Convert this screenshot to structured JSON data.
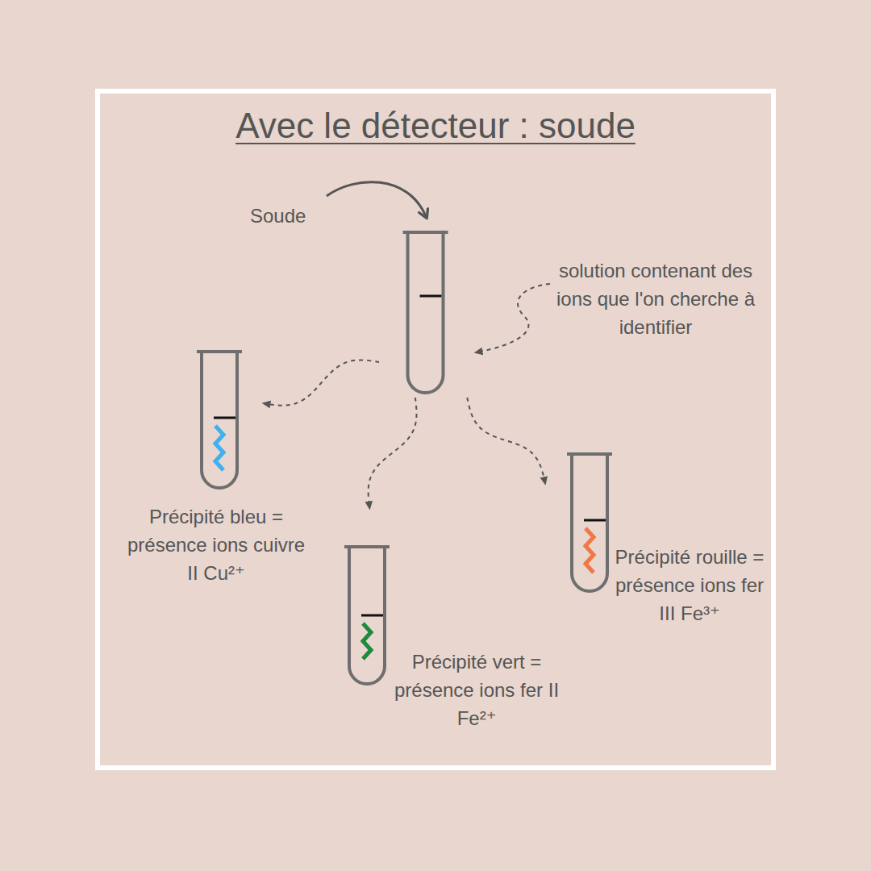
{
  "diagram": {
    "title": "Avec le détecteur : soude",
    "nodes": [
      {
        "text": [
          "solution contenant des ions que l'on cherche à identifier"
        ]
      },
      {
        "text": [
          "Précipité bleu = présence ions cuivre II Cu²⁺"
        ]
      },
      {
        "text": [
          "Précipité vert = présence ions fer II Fe²⁺"
        ]
      },
      {
        "text": [
          "Précipité rouille = présence ions fer III Fe³⁺"
        ]
      }
    ],
    "edges": [
      {
        "from": 0,
        "to": 1,
        "arrow": "to"
      },
      {
        "from": 0,
        "to": 2,
        "arrow": "to"
      },
      {
        "from": 0,
        "to": 3,
        "arrow": "to"
      }
    ],
    "labels": [
      "Soude"
    ]
  }
}
